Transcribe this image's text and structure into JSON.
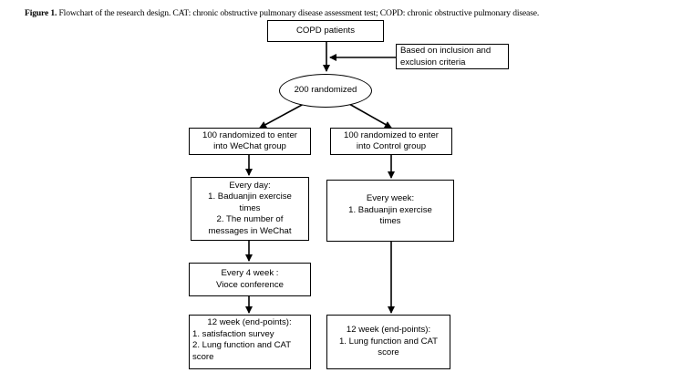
{
  "caption": {
    "label": "Figure 1.",
    "text": "Flowchart of the research design. CAT: chronic obstructive pulmonary disease assessment test; COPD: chronic obstructive pulmonary disease."
  },
  "nodes": {
    "copd_patients": [
      "COPD patients"
    ],
    "criteria": [
      "Based on  inclusion  and",
      "exclusion criteria"
    ],
    "randomized": [
      "200 randomized"
    ],
    "wechat_group": [
      "100 randomized to enter",
      "into WeChat  group"
    ],
    "control_group": [
      "100 randomized to enter",
      "into Control group"
    ],
    "wechat_daily": [
      "Every day:",
      "1. Baduanjin exercise",
      "times",
      "2. The number of",
      "messages in WeChat"
    ],
    "control_weekly": [
      "Every week:",
      "1.  Baduanjin exercise",
      "times"
    ],
    "conference": [
      "Every 4 week :",
      "Vioce conference"
    ],
    "wechat_endpoints": [
      "12 week (end-points):",
      "1. satisfaction survey",
      "2. Lung function and CAT",
      "score"
    ],
    "control_endpoints": [
      "12 week (end-points):",
      "1. Lung function and CAT",
      "score"
    ]
  }
}
